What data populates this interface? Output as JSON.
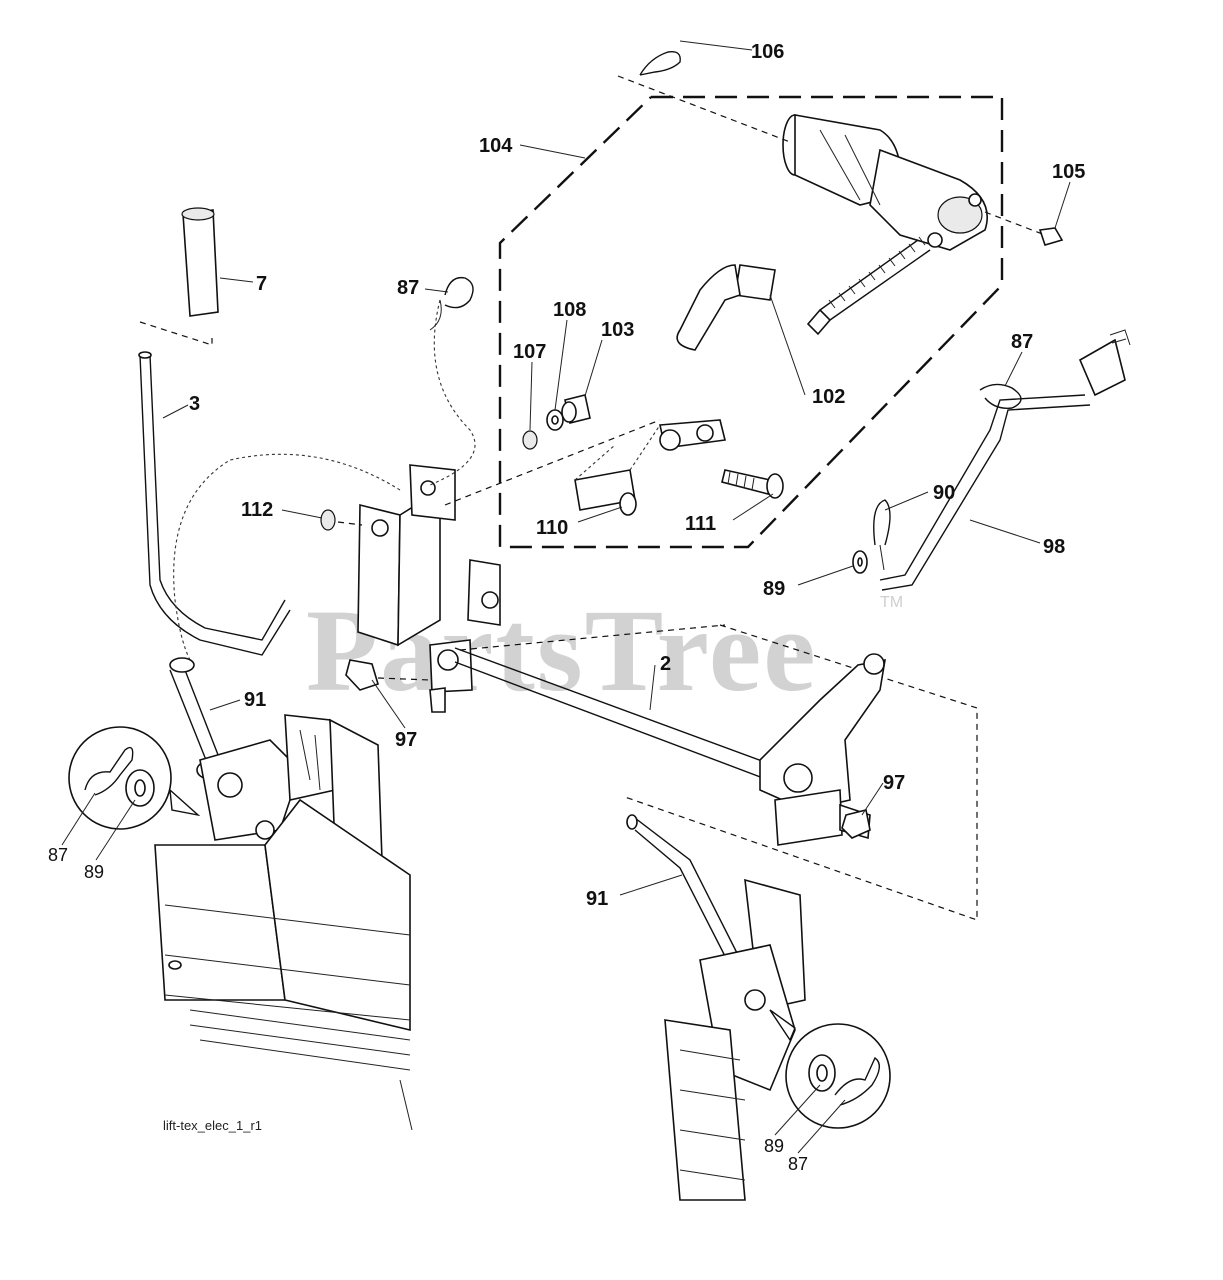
{
  "watermark": {
    "text": "PartsTree",
    "trademark": "TM"
  },
  "caption": "lift-tex_elec_1_r1",
  "callouts": [
    {
      "id": "c106",
      "label": "106"
    },
    {
      "id": "c104",
      "label": "104"
    },
    {
      "id": "c105",
      "label": "105"
    },
    {
      "id": "c7",
      "label": "7"
    },
    {
      "id": "c87a",
      "label": "87"
    },
    {
      "id": "c108",
      "label": "108"
    },
    {
      "id": "c103",
      "label": "103"
    },
    {
      "id": "c107",
      "label": "107"
    },
    {
      "id": "c87b",
      "label": "87"
    },
    {
      "id": "c3",
      "label": "3"
    },
    {
      "id": "c102",
      "label": "102"
    },
    {
      "id": "c90",
      "label": "90"
    },
    {
      "id": "c112",
      "label": "112"
    },
    {
      "id": "c110",
      "label": "110"
    },
    {
      "id": "c111",
      "label": "111"
    },
    {
      "id": "c98",
      "label": "98"
    },
    {
      "id": "c89a",
      "label": "89"
    },
    {
      "id": "c2",
      "label": "2"
    },
    {
      "id": "c91a",
      "label": "91"
    },
    {
      "id": "c97a",
      "label": "97"
    },
    {
      "id": "c97b",
      "label": "97"
    },
    {
      "id": "c87c",
      "label": "87"
    },
    {
      "id": "c89b",
      "label": "89"
    },
    {
      "id": "c91b",
      "label": "91"
    },
    {
      "id": "c89c",
      "label": "89"
    },
    {
      "id": "c87d",
      "label": "87"
    }
  ]
}
